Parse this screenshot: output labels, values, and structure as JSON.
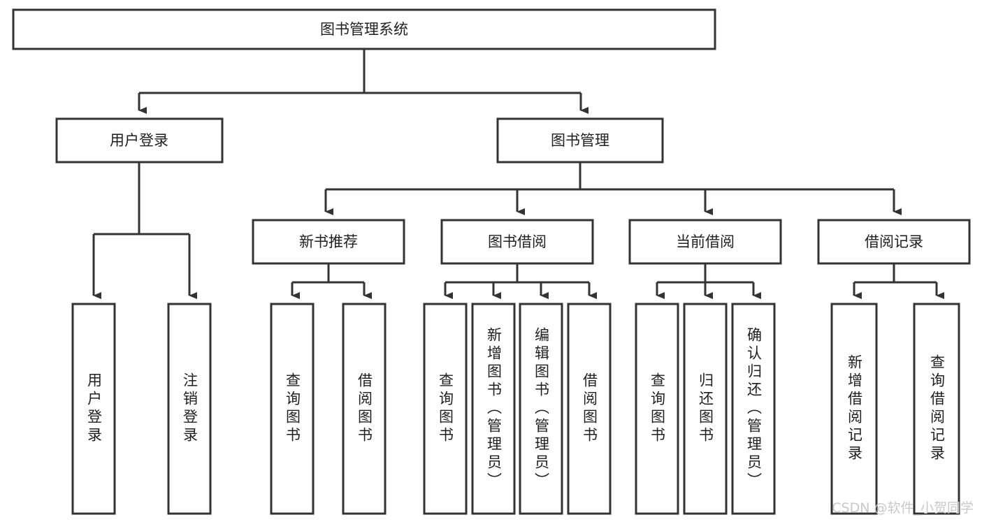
{
  "diagram": {
    "type": "tree-flowchart",
    "title_node": {
      "label": "图书管理系统"
    },
    "colors": {
      "background": "#ffffff",
      "box_fill": "#ffffff",
      "box_stroke": "#333333",
      "text": "#1f1f1f",
      "watermark": "#c9c9c9"
    },
    "levels": {
      "level1": [
        {
          "id": "user-login",
          "label": "用户登录"
        },
        {
          "id": "book-manage",
          "label": "图书管理"
        }
      ],
      "level2": [
        {
          "id": "new-book-rec",
          "label": "新书推荐"
        },
        {
          "id": "book-borrow",
          "label": "图书借阅"
        },
        {
          "id": "current-borrow",
          "label": "当前借阅"
        },
        {
          "id": "borrow-record",
          "label": "借阅记录"
        }
      ],
      "level3": {
        "user-login": [
          {
            "id": "leaf-user-login",
            "label": "用户登录"
          },
          {
            "id": "leaf-logout-login",
            "label": "注销登录"
          }
        ],
        "new-book-rec": [
          {
            "id": "leaf-query-book-1",
            "label": "查询图书"
          },
          {
            "id": "leaf-borrow-book-1",
            "label": "借阅图书"
          }
        ],
        "book-borrow": [
          {
            "id": "leaf-query-book-2",
            "label": "查询图书"
          },
          {
            "id": "leaf-add-book",
            "label": "新增图书（管理员）"
          },
          {
            "id": "leaf-edit-book",
            "label": "编辑图书（管理员）"
          },
          {
            "id": "leaf-borrow-book-2",
            "label": "借阅图书"
          }
        ],
        "current-borrow": [
          {
            "id": "leaf-query-book-3",
            "label": "查询图书"
          },
          {
            "id": "leaf-return-book",
            "label": "归还图书"
          },
          {
            "id": "leaf-confirm-return",
            "label": "确认归还（管理员）"
          }
        ],
        "borrow-record": [
          {
            "id": "leaf-add-record",
            "label": "新增借阅记录"
          },
          {
            "id": "leaf-query-record",
            "label": "查询借阅记录"
          }
        ]
      }
    }
  },
  "watermark": {
    "text": "CSDN @软件_小贺同学"
  }
}
